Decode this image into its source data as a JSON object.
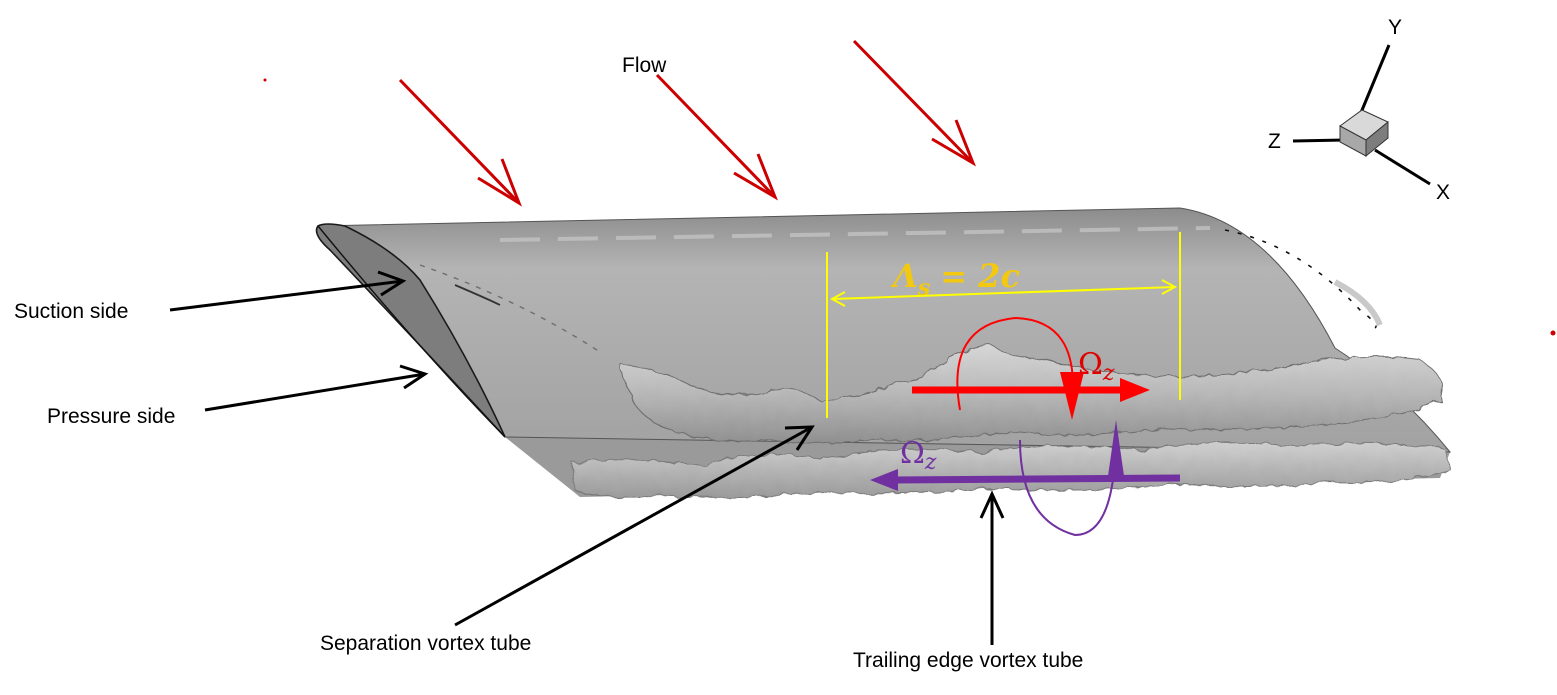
{
  "labels": {
    "flow": "Flow",
    "suction_side": "Suction side",
    "pressure_side": "Pressure side",
    "separation_vortex_tube": "Separation vortex tube",
    "trailing_edge_vortex_tube": "Trailing edge vortex tube"
  },
  "axes": {
    "x": "X",
    "y": "Y",
    "z": "Z"
  },
  "spacing": {
    "symbol": "Λ",
    "subscript": "s",
    "rhs": "= 2c"
  },
  "omega": {
    "symbol": "Ω",
    "subscript": "z"
  },
  "colors": {
    "flow_arrow": "#cc0000",
    "spacing_marker": "#ffff00",
    "spacing_text": "#f2c811",
    "rotation_upper": "#ff0000",
    "rotation_lower": "#7030a0",
    "surface": "#a6a6a6",
    "vortex": "#bdbdbd"
  },
  "icons": [
    "arrow-head-icon",
    "rotation-arrow-icon",
    "axis-triad-cube-icon"
  ]
}
